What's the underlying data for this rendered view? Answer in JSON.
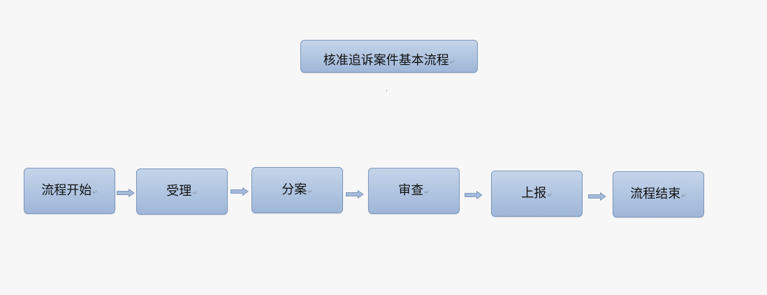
{
  "title": {
    "text": "核准追诉案件基本流程",
    "mark": "↵"
  },
  "steps": [
    {
      "label": "流程开始",
      "mark": "↵"
    },
    {
      "label": "受理",
      "mark": "↵"
    },
    {
      "label": "分案",
      "mark": "↵"
    },
    {
      "label": "审查",
      "mark": "↵"
    },
    {
      "label": "上报",
      "mark": "↵"
    },
    {
      "label": "流程结束",
      "mark": "↵"
    }
  ],
  "colors": {
    "box_fill_top": "#c5d5ea",
    "box_fill_bottom": "#9fb7d9",
    "box_border": "#7d97bb",
    "arrow_fill": "#a4bbdc",
    "arrow_stroke": "#7f97b9",
    "background": "#f7f7f7"
  }
}
